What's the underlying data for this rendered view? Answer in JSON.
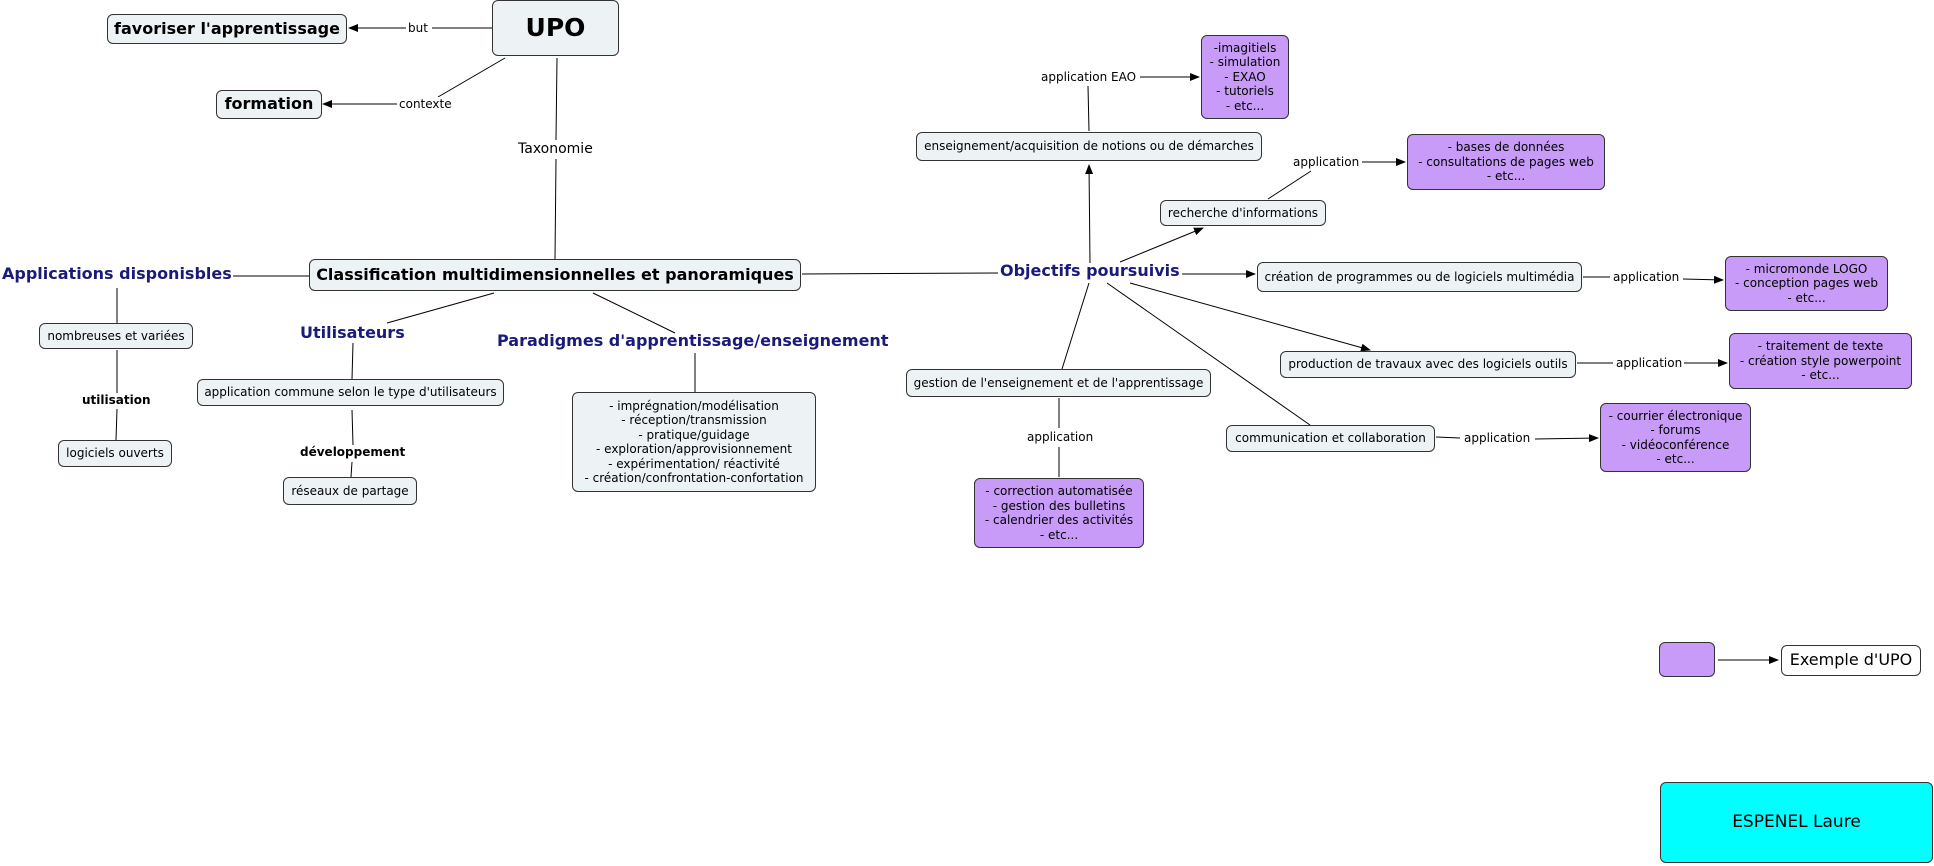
{
  "root": {
    "title": "UPO",
    "but": "favoriser l'apprentissage",
    "contexte": "formation"
  },
  "edge_labels": {
    "but": "but",
    "contexte": "contexte",
    "taxonomie": "Taxonomie",
    "application_eao": "application EAO",
    "application": "application",
    "utilisation": "utilisation",
    "developpement": "développement"
  },
  "center": "Classification multidimensionnelles et panoramiques",
  "applications": {
    "heading": "Applications disponisbles",
    "item": "nombreuses et variées",
    "sub": "logiciels ouverts"
  },
  "utilisateurs": {
    "heading": "Utilisateurs",
    "item": "application commune selon le type d'utilisateurs",
    "sub": "réseaux de partage"
  },
  "paradigmes": {
    "heading": "Paradigmes d'apprentissage/enseignement",
    "items": [
      "- imprégnation/modélisation",
      "- réception/transmission",
      "- pratique/guidage",
      "- exploration/approvisionnement",
      "- expérimentation/ réactivité",
      "- création/confrontation-confortation"
    ]
  },
  "objectifs": {
    "heading": "Objectifs poursuivis",
    "goals": {
      "enseignement": "enseignement/acquisition de notions ou de démarches",
      "recherche": "recherche d'informations",
      "creation": "création de programmes ou de logiciels multimédia",
      "production": "production de travaux avec des logiciels outils",
      "communication": "communication et collaboration",
      "gestion": "gestion de l'enseignement et de l'apprentissage"
    },
    "examples": {
      "eao": [
        "-imagitiels",
        "- simulation",
        "- EXAO",
        "- tutoriels",
        "- etc..."
      ],
      "recherche": [
        "- bases de données",
        "- consultations de pages web",
        "- etc..."
      ],
      "creation": [
        "- micromonde LOGO",
        "- conception pages web",
        "- etc..."
      ],
      "production": [
        "- traitement de texte",
        "- création style powerpoint",
        "- etc..."
      ],
      "communication": [
        "- courrier électronique",
        "- forums",
        "- vidéoconférence",
        "- etc..."
      ],
      "gestion": [
        "- correction automatisée",
        "- gestion des bulletins",
        "- calendrier des activités",
        "- etc..."
      ]
    }
  },
  "legend": {
    "text": "Exemple d'UPO",
    "swatch_color": "#c79bf7"
  },
  "author": {
    "name": "ESPENEL Laure",
    "color": "#00ffff"
  }
}
